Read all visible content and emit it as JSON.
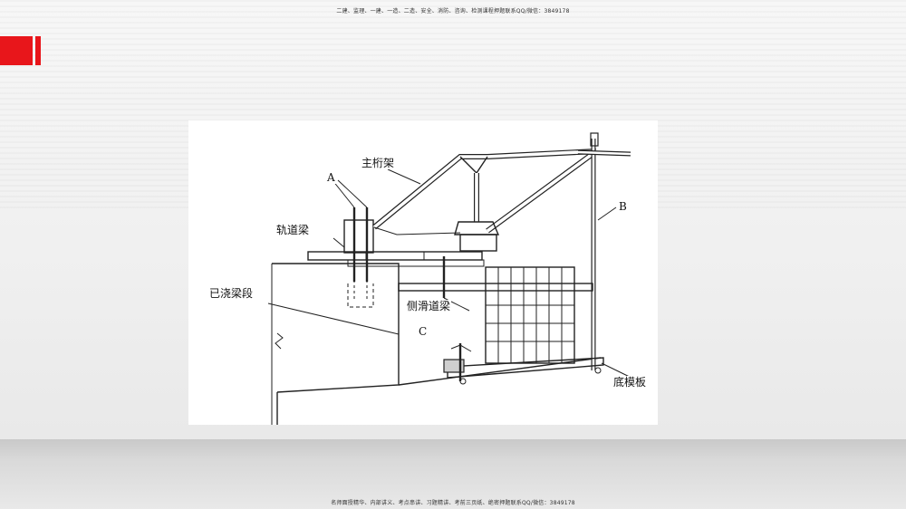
{
  "header": {
    "banner_text": "二建、监理、一建、一造、二造、安全、消防、咨询、检测课程押题联系QQ/微信：3849178"
  },
  "footer": {
    "banner_text": "名师面授精华、内部讲义、考点串讲、习题精讲、考前三页纸、绝密押题联系QQ/微信：3849178"
  },
  "diagram": {
    "labels": {
      "main_truss": "主桁架",
      "label_a": "A",
      "rail_beam": "轨道梁",
      "label_b": "B",
      "poured_segment": "已浇梁段",
      "side_rail_beam": "侧滑道梁",
      "label_c": "C",
      "bottom_formwork": "底模板"
    }
  },
  "colors": {
    "accent_red": "#e8161b",
    "line": "#222222",
    "panel": "#ffffff"
  }
}
